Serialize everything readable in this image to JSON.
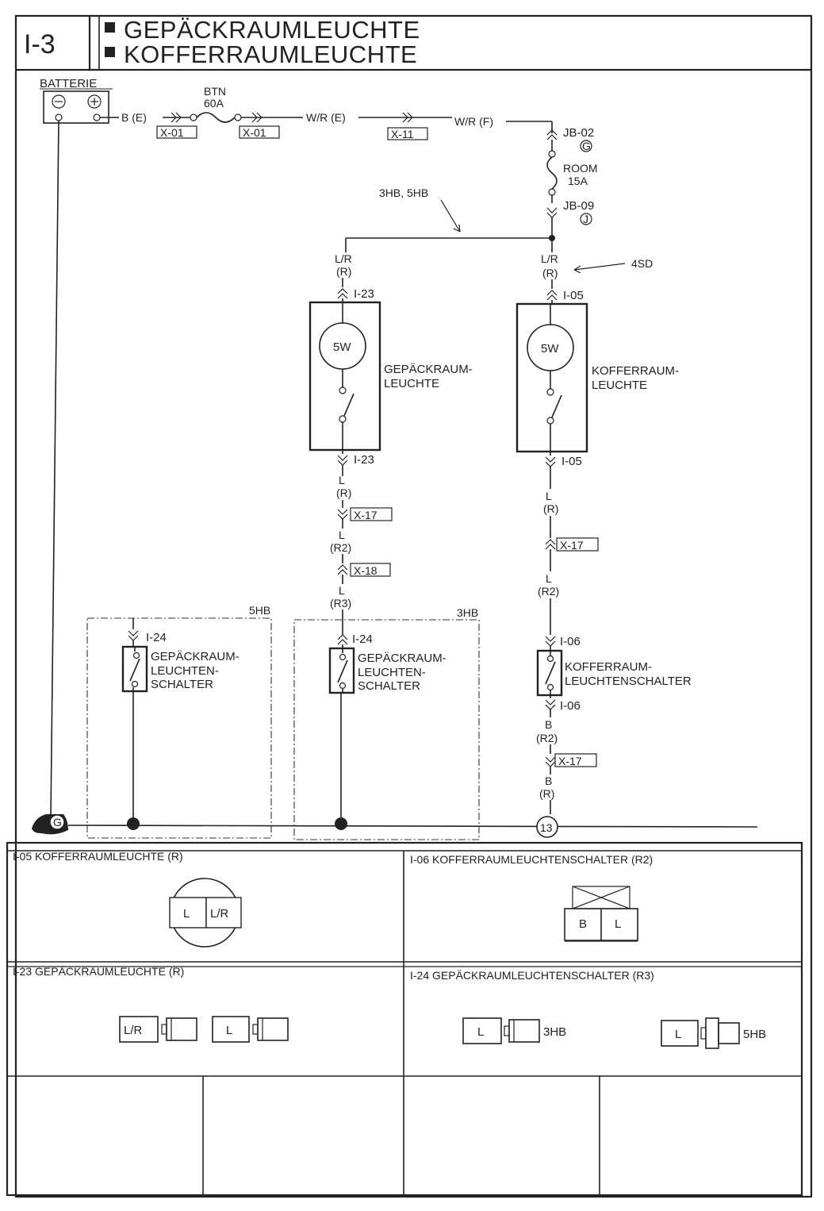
{
  "header": {
    "page_code": "I-3",
    "title_line1": "GEPÄCKRAUMLEUCHTE",
    "title_line2": "KOFFERRAUMLEUCHTE"
  },
  "battery": {
    "label": "BATTERIE",
    "minus": "⊖",
    "plus": "⊕",
    "out_wire": "B (E)"
  },
  "fuse_btn": {
    "name": "BTN",
    "rating": "60A"
  },
  "fuse_room": {
    "name": "ROOM",
    "rating": "15A"
  },
  "connectors": {
    "x01": "X-01",
    "x11": "X-11",
    "x17": "X-17",
    "x18": "X-18",
    "i23": "I-23",
    "i05": "I-05",
    "i24": "I-24",
    "i06": "I-06",
    "jb02": "JB-02",
    "jb02_pin": "G",
    "jb09": "JB-09",
    "jb09_pin": "J"
  },
  "wires": {
    "wr_e": "W/R (E)",
    "wr_f": "W/R (F)",
    "lr": "L/R",
    "l": "L",
    "b": "B",
    "r": "(R)",
    "r2": "(R2)",
    "r3": "(R3)"
  },
  "notes": {
    "hb_both": "3HB, 5HB",
    "sd4": "4SD",
    "hb5": "5HB",
    "hb3": "3HB"
  },
  "lamps": {
    "wattage": "5W",
    "gepaeck_l1": "GEPÄCKRAUM-",
    "gepaeck_l2": "LEUCHTE",
    "koffer_l1": "KOFFERRAUM-",
    "koffer_l2": "LEUCHTE"
  },
  "switches": {
    "gepaeck_l1": "GEPÄCKRAUM-",
    "gepaeck_l2": "LEUCHTEN-",
    "gepaeck_l3": "SCHALTER",
    "koffer_l1": "KOFFERRAUM-",
    "koffer_l2": "LEUCHTENSCHALTER"
  },
  "ground": {
    "symbol": "G",
    "point": "13"
  },
  "connector_views": {
    "i05": {
      "title": "I-05  KOFFERRAUMLEUCHTE (R)",
      "pins": [
        "L",
        "L/R"
      ]
    },
    "i06": {
      "title": "I-06  KOFFERRAUMLEUCHTENSCHALTER (R2)",
      "pins": [
        "B",
        "L"
      ]
    },
    "i23": {
      "title": "I-23  GEPÄCKRAUMLEUCHTE (R)",
      "pins": [
        "L/R",
        "L"
      ]
    },
    "i24": {
      "title": "I-24  GEPÄCKRAUMLEUCHTENSCHALTER (R3)",
      "pins": [
        "L",
        "L"
      ],
      "variants": [
        "3HB",
        "5HB"
      ]
    }
  }
}
